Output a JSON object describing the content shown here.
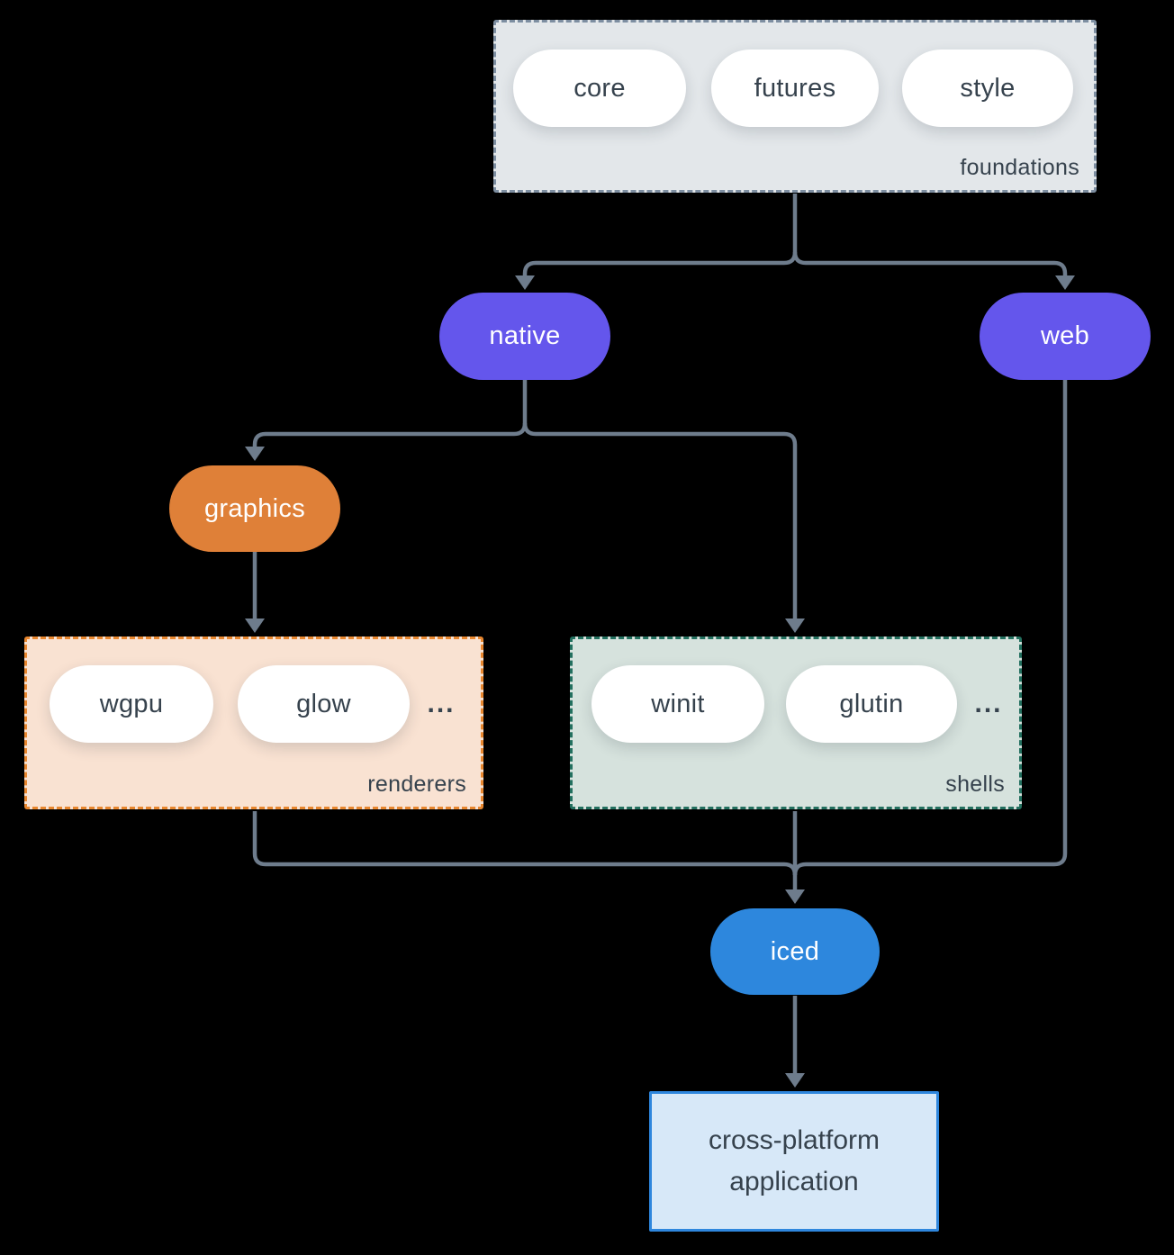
{
  "groups": {
    "foundations": {
      "label": "foundations",
      "pills": [
        "core",
        "futures",
        "style"
      ]
    },
    "renderers": {
      "label": "renderers",
      "pills": [
        "wgpu",
        "glow"
      ],
      "ellipsis": "..."
    },
    "shells": {
      "label": "shells",
      "pills": [
        "winit",
        "glutin"
      ],
      "ellipsis": "..."
    }
  },
  "nodes": {
    "native": "native",
    "web": "web",
    "graphics": "graphics",
    "iced": "iced"
  },
  "app": {
    "label": "cross-platform application"
  },
  "colors": {
    "background": "#000000",
    "connector": "#6e7c8c",
    "text_dark": "#36424d",
    "pill_white": "#ffffff",
    "node_purple": "#6456ec",
    "node_orange": "#df8038",
    "node_blue": "#2d87dd",
    "foundations_fill": "#e3e7ea",
    "foundations_border": "#7d8ea1",
    "renderers_fill": "#f9e2d2",
    "renderers_border": "#e8872f",
    "shells_fill": "#d6e2dd",
    "shells_border": "#23705f",
    "app_fill": "#d7e8f8",
    "app_border": "#2e86dd"
  }
}
